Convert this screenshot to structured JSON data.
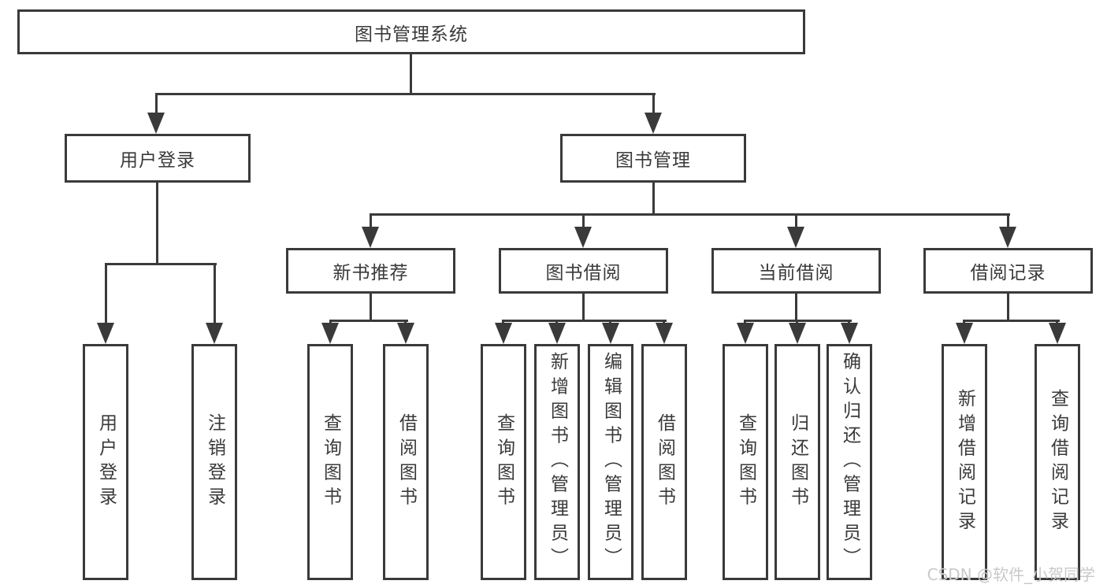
{
  "diagram": {
    "root_label": "图书管理系统",
    "level2": {
      "left": "用户登录",
      "right": "图书管理"
    },
    "level3": [
      "新书推荐",
      "图书借阅",
      "当前借阅",
      "借阅记录"
    ],
    "leaves": [
      "用户登录",
      "注销登录",
      "查询图书",
      "借阅图书",
      "查询图书",
      "新增图书（管理员）",
      "编辑图书（管理员）",
      "借阅图书",
      "查询图书",
      "归还图书",
      "确认归还（管理员）",
      "新增借阅记录",
      "查询借阅记录"
    ],
    "watermark": "CSDN @软件_小贺同学",
    "colors": {
      "line": "#3a3a3a",
      "text": "#3a3a3a",
      "watermark": "#c9c9c9",
      "background": "#ffffff"
    }
  }
}
